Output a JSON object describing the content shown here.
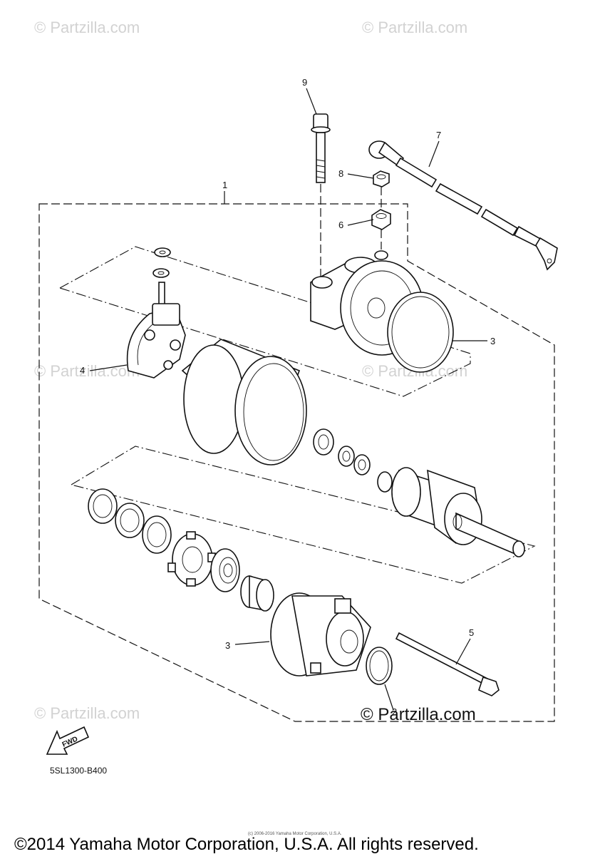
{
  "watermark": "© Partzilla.com",
  "diagram_code": "5SL1300-B400",
  "fwd_label": "FWD",
  "callouts": {
    "c1": "1",
    "c2": "2",
    "c3a": "3",
    "c3b": "3",
    "c4": "4",
    "c5": "5",
    "c6": "6",
    "c7": "7",
    "c8": "8",
    "c9": "9"
  },
  "fine_print": "(c) 2006-2016 Yamaha Motor Corporation, U.S.A.",
  "copyright": "©2014 Yamaha Motor Corporation, U.S.A. All rights reserved."
}
